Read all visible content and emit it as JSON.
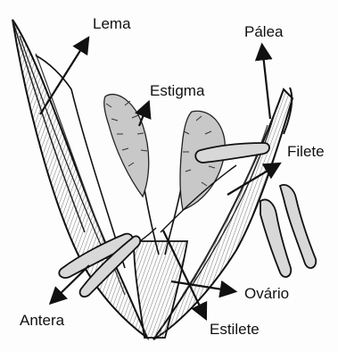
{
  "labels": {
    "lema": "Lema",
    "palea": "Pálea",
    "estigma": "Estigma",
    "filete": "Filete",
    "ovario": "Ovário",
    "antera": "Antera",
    "estilete": "Estilete"
  },
  "colors": {
    "ink": "#111111",
    "shade": "#8a8a8a",
    "paper": "#fdfdfd"
  }
}
